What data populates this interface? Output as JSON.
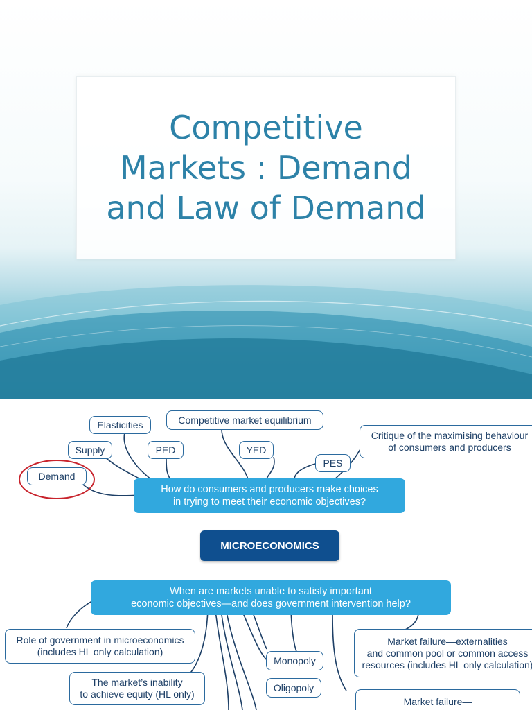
{
  "slide1": {
    "title_line1": "Competitive",
    "title_line2": "Markets : Demand",
    "title_line3": "and Law of Demand"
  },
  "mindmap": {
    "center": "MICROECONOMICS",
    "question_top_line1": "How do consumers and producers make choices",
    "question_top_line2": "in trying to meet their economic objectives?",
    "question_bottom_line1": "When are markets unable to satisfy important",
    "question_bottom_line2": "economic objectives—and does government intervention help?",
    "nodes": {
      "elasticities": "Elasticities",
      "supply": "Supply",
      "demand": "Demand",
      "ped": "PED",
      "competitive_equilibrium": "Competitive market equilibrium",
      "yed": "YED",
      "pes": "PES",
      "critique_line1": "Critique of the maximising behaviour",
      "critique_line2": "of consumers and producers",
      "role_gov_line1": "Role of government in microeconomics",
      "role_gov_line2": "(includes HL only calculation)",
      "equity_line1": "The market’s inability",
      "equity_line2": "to achieve equity (HL only)",
      "monopoly": "Monopoly",
      "oligopoly": "Oligopoly",
      "externalities_line1": "Market failure—externalities",
      "externalities_line2": "and common pool or common access",
      "externalities_line3": "resources (includes HL only calculation)",
      "market_failure_partial": "Market failure—"
    },
    "highlight_color": "#c8232c",
    "accent_color": "#31a8de",
    "center_color": "#0f4f8f"
  }
}
